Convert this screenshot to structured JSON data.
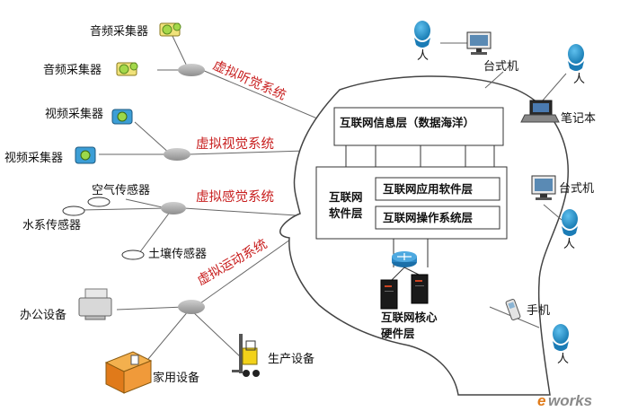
{
  "colors": {
    "system_label": "#c81e1e",
    "hub": "#a7a7a7",
    "person": "#1e8fc8",
    "watermark_e": "#e07b1a",
    "watermark_text": "#8a8a8a"
  },
  "left": {
    "audio_collector_1": "音频采集器",
    "audio_collector_2": "音频采集器",
    "video_collector_1": "视频采集器",
    "video_collector_2": "视频采集器",
    "air_sensor": "空气传感器",
    "water_sensor": "水系传感器",
    "soil_sensor": "土壤传感器",
    "office_equipment": "办公设备",
    "home_equipment": "家用设备",
    "production_equipment": "生产设备"
  },
  "systems": {
    "hearing": "虚拟听觉系统",
    "vision": "虚拟视觉系统",
    "sensation": "虚拟感觉系统",
    "motion": "虚拟运动系统"
  },
  "head": {
    "info_layer": "互联网信息层（数据海洋）",
    "software_layer_line1": "互联网",
    "software_layer_line2": "软件层",
    "app_software_layer": "互联网应用软件层",
    "os_layer": "互联网操作系统层",
    "core_hw_line1": "互联网核心",
    "core_hw_line2": "硬件层"
  },
  "right": {
    "desktop_1": "台式机",
    "laptop": "笔记本",
    "desktop_2": "台式机",
    "phone": "手机",
    "person": "人"
  },
  "watermark": {
    "e": "e",
    "works": "works"
  }
}
